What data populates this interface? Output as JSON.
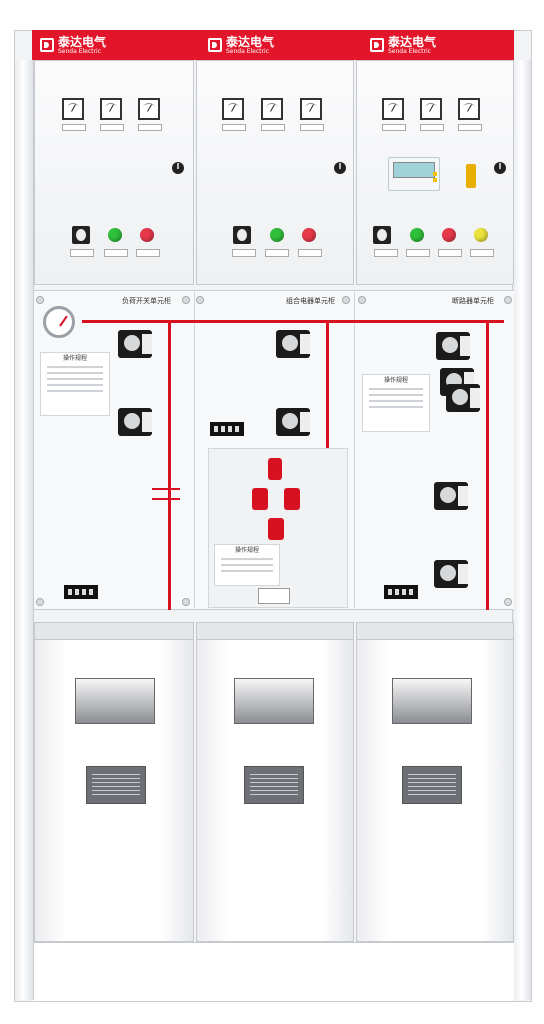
{
  "header": {
    "brand_cn": "泰达电气",
    "brand_en": "Senda Electric",
    "color": "#e3152a"
  },
  "units": [
    {
      "title": "负荷开关单元柜",
      "notice": "操作规程"
    },
    {
      "title": "组合电器单元柜",
      "notice": "操作规程"
    },
    {
      "title": "断路器单元柜",
      "notice": "操作规程"
    }
  ],
  "lamp_colors": {
    "green": "#2fbf3a",
    "red": "#e6394a",
    "yellow": "#e8e23a"
  },
  "mimic_line_color": "#d81121"
}
